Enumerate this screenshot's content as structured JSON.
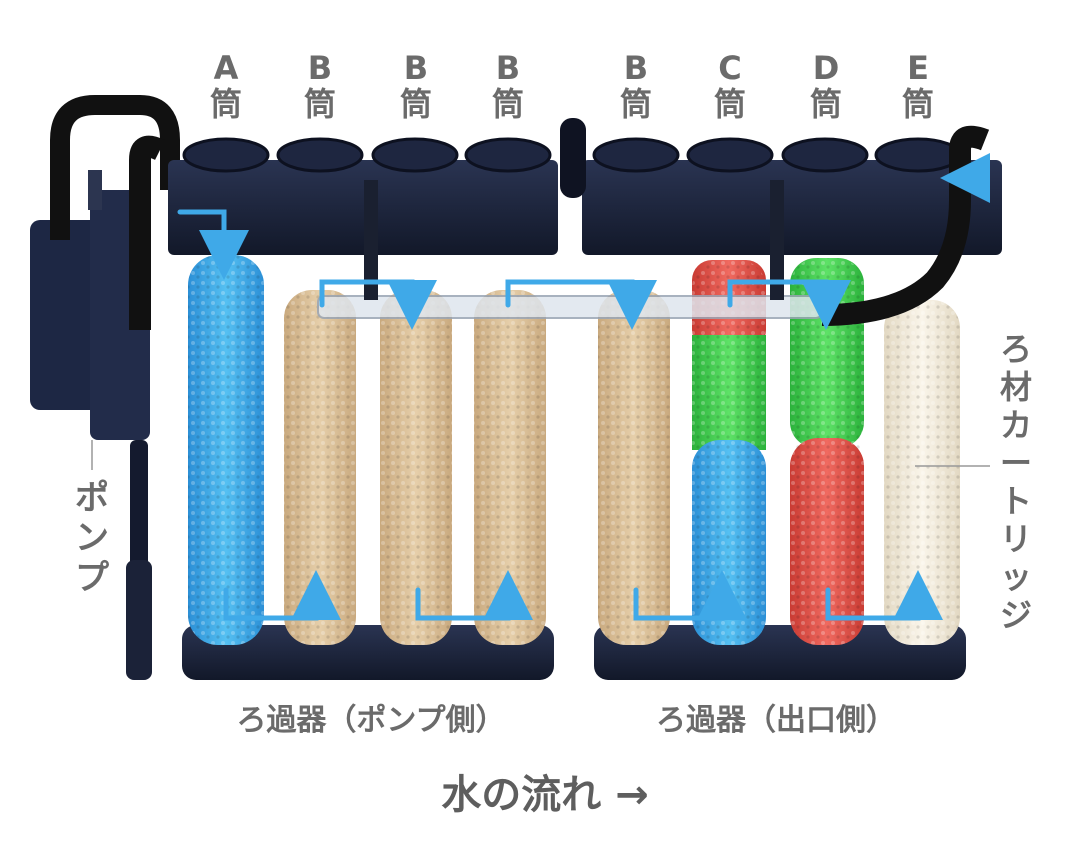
{
  "columns": [
    {
      "letter": "A",
      "kanji": "筒"
    },
    {
      "letter": "B",
      "kanji": "筒"
    },
    {
      "letter": "B",
      "kanji": "筒"
    },
    {
      "letter": "B",
      "kanji": "筒"
    },
    {
      "letter": "B",
      "kanji": "筒"
    },
    {
      "letter": "C",
      "kanji": "筒"
    },
    {
      "letter": "D",
      "kanji": "筒"
    },
    {
      "letter": "E",
      "kanji": "筒"
    }
  ],
  "labels": {
    "pump": "ポンプ",
    "cartridge": "ろ材カートリッジ",
    "filter_pump_side": "ろ過器（ポンプ側）",
    "filter_outlet_side": "ろ過器（出口側）",
    "water_flow": "水の流れ →"
  },
  "colors": {
    "frame": "#1a2238",
    "blue_media": "#3aa6e6",
    "sand_media": "#d9bf97",
    "green_media": "#3fcf4a",
    "red_media": "#e2524a",
    "white_media": "#f1eadb",
    "arrow": "#3fa9e8",
    "label": "#6b6b6b"
  },
  "media": {
    "A": [
      "blue"
    ],
    "B": [
      "sand"
    ],
    "C": [
      "red",
      "green",
      "blue"
    ],
    "D": [
      "green",
      "red"
    ],
    "E": [
      "white"
    ]
  }
}
